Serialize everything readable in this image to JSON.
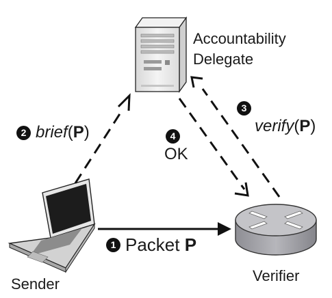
{
  "nodes": {
    "delegate": {
      "label_line1": "Accountability",
      "label_line2": "Delegate",
      "icon": "server-tower-icon"
    },
    "sender": {
      "label": "Sender",
      "icon": "laptop-icon"
    },
    "verifier": {
      "label": "Verifier",
      "icon": "router-icon"
    }
  },
  "steps": [
    {
      "number": "1",
      "name": "Packet",
      "arg": "P",
      "style": "solid"
    },
    {
      "number": "2",
      "name": "brief",
      "open": "(",
      "arg": "P",
      "close": ")",
      "style": "dashed"
    },
    {
      "number": "3",
      "name": "verify",
      "open": "(",
      "arg": "P",
      "close": ")",
      "style": "dashed"
    },
    {
      "number": "4",
      "name": "OK",
      "style": "dashed"
    }
  ],
  "colors": {
    "line": "#111111",
    "server_body": "#eeeeee",
    "router_body": "#a9a9ae"
  }
}
